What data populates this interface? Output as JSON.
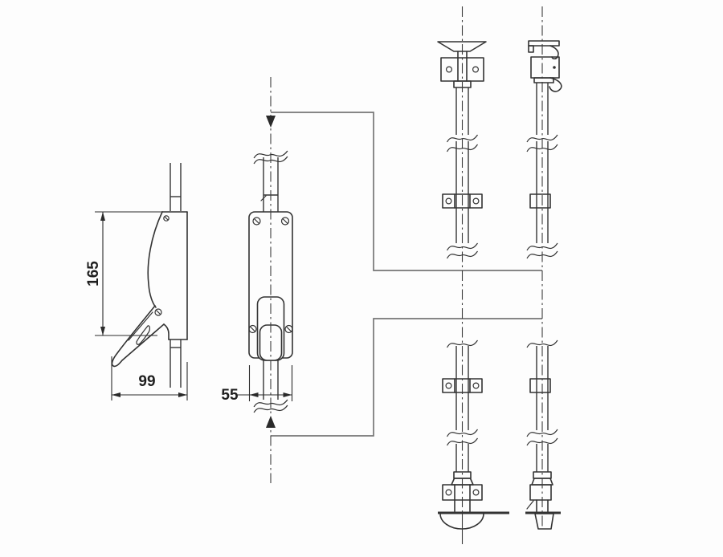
{
  "drawing": {
    "dimensions": {
      "height": "165",
      "depth": "99",
      "width": "55"
    },
    "colors": {
      "line": "#333333",
      "connector": "#767676",
      "dimension_text": "#1f1f1f",
      "background": "#fdfdfd"
    }
  }
}
